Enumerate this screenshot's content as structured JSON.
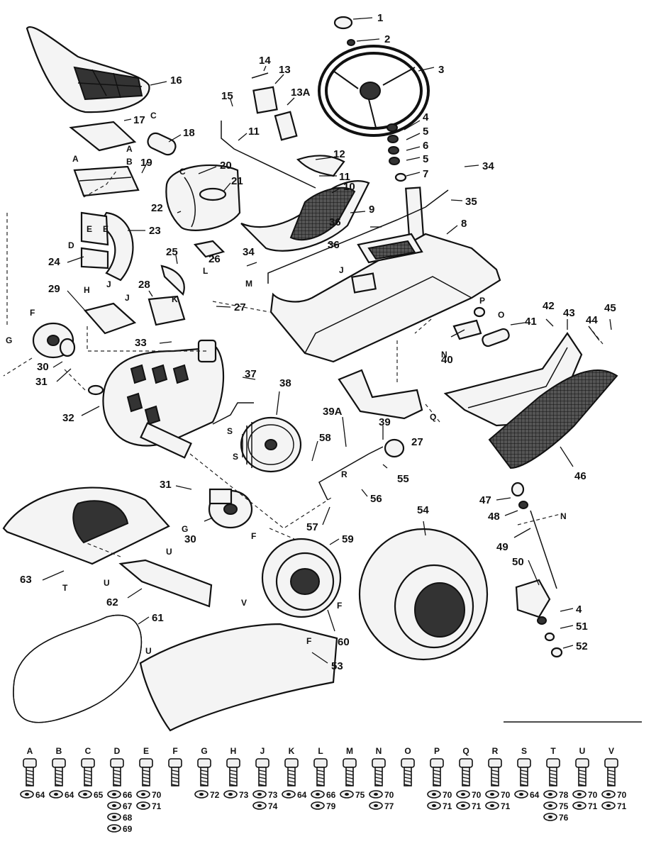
{
  "callouts": {
    "c1": "1",
    "c2": "2",
    "c3": "3",
    "c4": "4",
    "c5a": "5",
    "c6": "6",
    "c5b": "5",
    "c7": "7",
    "c34a": "34",
    "c35": "35",
    "c8": "8",
    "c9": "9",
    "c10": "10",
    "c11a": "11",
    "c11b": "11",
    "c12": "12",
    "c13": "13",
    "c13a": "13A",
    "c14": "14",
    "c15": "15",
    "c16": "16",
    "c17": "17",
    "c18": "18",
    "c19": "19",
    "c20": "20",
    "c21": "21",
    "c22": "22",
    "c23": "23",
    "c24": "24",
    "c25": "25",
    "c26": "26",
    "c34b": "34",
    "c36a": "36",
    "c36b": "36",
    "c27a": "27",
    "c28": "28",
    "c29": "29",
    "c33": "33",
    "c30a": "30",
    "c31a": "31",
    "c32": "32",
    "c37": "37",
    "c38": "38",
    "c39a": "39A",
    "c39": "39",
    "c27b": "27",
    "c58": "58",
    "c55": "55",
    "c56": "56",
    "c57": "57",
    "c31b": "31",
    "c30b": "30",
    "c40": "40",
    "c41": "41",
    "c42": "42",
    "c43": "43",
    "c44": "44",
    "c45": "45",
    "c46": "46",
    "c47": "47",
    "c48": "48",
    "c49": "49",
    "c50": "50",
    "c4b": "4",
    "c51": "51",
    "c52": "52",
    "c54": "54",
    "c59": "59",
    "c60": "60",
    "c53": "53",
    "c61": "61",
    "c62": "62",
    "c63": "63"
  },
  "letter_tags": {
    "C1": "C",
    "A1": "A",
    "A2": "A",
    "B1": "B",
    "C2": "C",
    "D1": "D",
    "E1": "E",
    "E2": "E",
    "H1": "H",
    "J1": "J",
    "J2": "J",
    "J3": "J",
    "K1": "K",
    "L1": "L",
    "M1": "M",
    "F1": "F",
    "G1": "G",
    "S1": "S",
    "S2": "S",
    "R1": "R",
    "G2": "G",
    "F2": "F",
    "U1": "U",
    "U2": "U",
    "T1": "T",
    "N1": "N",
    "O1": "O",
    "P1": "P",
    "Q1": "Q",
    "N2": "N",
    "V1": "V",
    "F3": "F",
    "F4": "F",
    "U3": "U"
  },
  "hardware_legend": {
    "bolts": [
      {
        "letter": "A",
        "items": [
          "64"
        ]
      },
      {
        "letter": "B",
        "items": [
          "64"
        ]
      },
      {
        "letter": "C",
        "items": [
          "65"
        ]
      },
      {
        "letter": "D",
        "items": [
          "66",
          "67",
          "68",
          "69"
        ]
      },
      {
        "letter": "E",
        "items": [
          "70",
          "71"
        ]
      },
      {
        "letter": "F",
        "items": []
      },
      {
        "letter": "G",
        "items": [
          "72"
        ]
      },
      {
        "letter": "H",
        "items": [
          "73"
        ]
      },
      {
        "letter": "J",
        "items": [
          "73",
          "74"
        ]
      },
      {
        "letter": "K",
        "items": [
          "64"
        ]
      },
      {
        "letter": "L",
        "items": [
          "66",
          "79"
        ]
      },
      {
        "letter": "M",
        "items": [
          "75"
        ]
      },
      {
        "letter": "N",
        "items": [
          "70",
          "77"
        ]
      },
      {
        "letter": "O",
        "items": []
      },
      {
        "letter": "P",
        "items": [
          "70",
          "71"
        ]
      },
      {
        "letter": "Q",
        "items": [
          "70",
          "71"
        ]
      },
      {
        "letter": "R",
        "items": [
          "70",
          "71"
        ]
      },
      {
        "letter": "S",
        "items": [
          "64"
        ]
      },
      {
        "letter": "T",
        "items": [
          "78",
          "75",
          "76"
        ]
      },
      {
        "letter": "U",
        "items": [
          "70",
          "71"
        ]
      },
      {
        "letter": "V",
        "items": [
          "70",
          "71"
        ]
      }
    ]
  }
}
